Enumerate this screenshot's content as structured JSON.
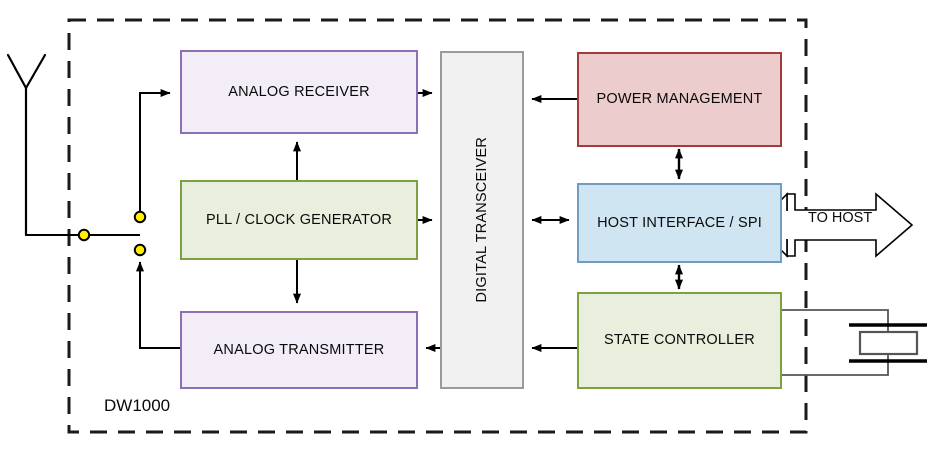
{
  "diagram": {
    "title": "DW1000",
    "chip_label": "DW1000",
    "boundary": {
      "style": "dashed",
      "meaning": "chip-package-boundary"
    },
    "blocks": [
      {
        "id": "analog-receiver",
        "label": "ANALOG RECEIVER",
        "fill": "#f2edf7",
        "stroke": "#8e6fb5"
      },
      {
        "id": "pll-clock",
        "label": "PLL / CLOCK GENERATOR",
        "fill": "#eaefdd",
        "stroke": "#7ba23f"
      },
      {
        "id": "analog-transmitter",
        "label": "ANALOG TRANSMITTER",
        "fill": "#f2edf7",
        "stroke": "#8e6fb5"
      },
      {
        "id": "digital-transceiver",
        "label": "DIGITAL TRANSCEIVER",
        "fill": "#f1f1f1",
        "stroke": "#9b9b9b",
        "orientation": "vertical"
      },
      {
        "id": "power-management",
        "label": "POWER MANAGEMENT",
        "fill": "#eccccc",
        "stroke": "#a33b3b"
      },
      {
        "id": "host-interface",
        "label": "HOST INTERFACE / SPI",
        "fill": "#cfe5f2",
        "stroke": "#6d9dc0"
      },
      {
        "id": "state-controller",
        "label": "STATE CONTROLLER",
        "fill": "#eaefdd",
        "stroke": "#7ba23f"
      }
    ],
    "external": {
      "antenna": "antenna-symbol",
      "rf_switch": "spdt-switch",
      "crystal": "crystal-oscillator",
      "host_arrow_label": "TO HOST"
    },
    "connections": [
      {
        "from": "rf-switch",
        "to": "analog-receiver",
        "type": "arrow"
      },
      {
        "from": "analog-transmitter",
        "to": "rf-switch",
        "type": "arrow"
      },
      {
        "from": "pll-clock",
        "to": "analog-receiver",
        "type": "arrow"
      },
      {
        "from": "pll-clock",
        "to": "analog-transmitter",
        "type": "arrow"
      },
      {
        "from": "analog-receiver",
        "to": "digital-transceiver",
        "type": "arrow"
      },
      {
        "from": "pll-clock",
        "to": "digital-transceiver",
        "type": "arrow"
      },
      {
        "from": "digital-transceiver",
        "to": "analog-transmitter",
        "type": "arrow"
      },
      {
        "from": "power-management",
        "to": "digital-transceiver",
        "type": "arrow"
      },
      {
        "from": "host-interface",
        "to": "digital-transceiver",
        "type": "double-arrow"
      },
      {
        "from": "state-controller",
        "to": "digital-transceiver",
        "type": "arrow"
      },
      {
        "from": "power-management",
        "to": "host-interface",
        "type": "double-arrow"
      },
      {
        "from": "host-interface",
        "to": "state-controller",
        "type": "double-arrow"
      },
      {
        "from": "host-interface",
        "to": "host-arrow",
        "type": "double-arrow"
      },
      {
        "from": "state-controller",
        "to": "crystal",
        "type": "line"
      }
    ],
    "colors": {
      "line": "#000000",
      "node_fill": "#ffef00",
      "node_stroke": "#000000",
      "background": "#ffffff"
    }
  }
}
